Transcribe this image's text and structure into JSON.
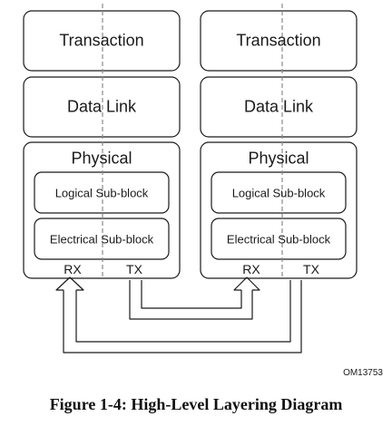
{
  "stacks": [
    {
      "layers": {
        "transaction": "Transaction",
        "data_link": "Data Link",
        "physical": "Physical"
      },
      "sub_blocks": {
        "logical": "Logical Sub-block",
        "electrical": "Electrical Sub-block"
      },
      "ports": {
        "rx": "RX",
        "tx": "TX"
      }
    },
    {
      "layers": {
        "transaction": "Transaction",
        "data_link": "Data Link",
        "physical": "Physical"
      },
      "sub_blocks": {
        "logical": "Logical Sub-block",
        "electrical": "Electrical Sub-block"
      },
      "ports": {
        "rx": "RX",
        "tx": "TX"
      }
    }
  ],
  "diagram_id": "OM13753",
  "caption": "Figure 1-4:  High-Level Layering Diagram"
}
